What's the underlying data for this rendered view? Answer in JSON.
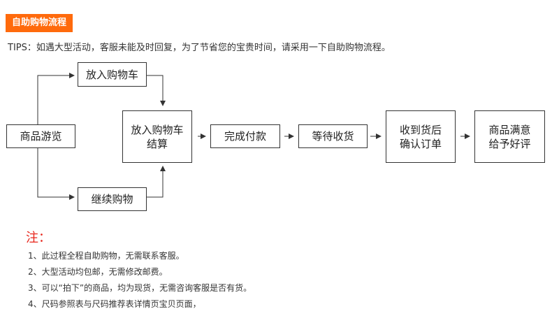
{
  "header": {
    "title": "自助购物流程"
  },
  "tips": "TIPS：如遇大型活动，客服未能及时回复，为了节省您的宝贵时间，请采用一下自助购物流程。",
  "flow": {
    "browse": "商品游览",
    "add_to_cart": "放入购物车",
    "continue_shopping": "继续购物",
    "checkout_line1": "放入购物车",
    "checkout_line2": "结算",
    "pay": "完成付款",
    "wait": "等待收货",
    "confirm_line1": "收到货后",
    "confirm_line2": "确认订单",
    "review_line1": "商品满意",
    "review_line2": "给予好评"
  },
  "notes": {
    "title": "注：",
    "items": [
      "1、此过程全程自助购物，无需联系客服。",
      "2、大型活动均包邮，无需修改邮费。",
      "3、可以“拍下”的商品，均为现货，无需咨询客服是否有货。",
      "4、尺码参照表与尺码推荐表详情页宝贝页面，"
    ]
  }
}
